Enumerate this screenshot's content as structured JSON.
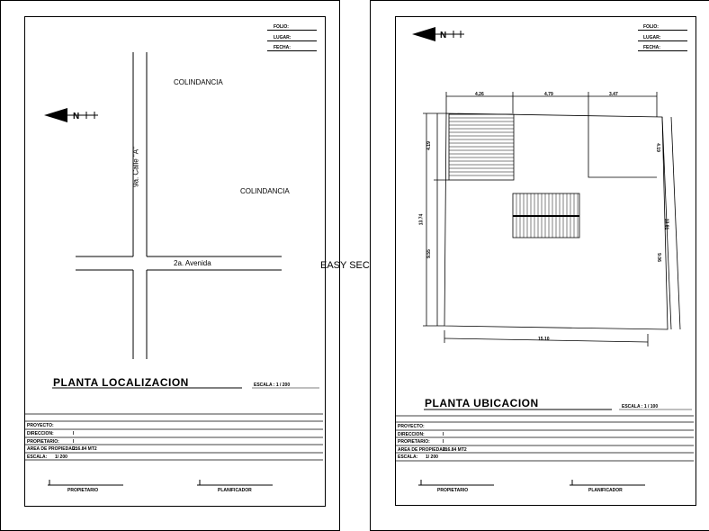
{
  "watermark": "EASY SECTION",
  "title_block_fields": {
    "folio": "FOLIO:",
    "lugar": "LUGAR:",
    "fecha": "FECHA:"
  },
  "sheet1": {
    "title": "PLANTA LOCALIZACION",
    "scale": "ESCALA : 1 / 200",
    "labels": {
      "colindancia_top": "COLINDANCIA",
      "colindancia_right": "COLINDANCIA",
      "street": "9a. Calle \"A\"",
      "avenue": "2a. Avenida"
    }
  },
  "sheet2": {
    "title": "PLANTA UBICACION",
    "scale": "ESCALA : 1 / 100",
    "dimensions": {
      "top_a": "4.26",
      "top_b": "4.79",
      "top_c": "3.47",
      "left_a": "4.19",
      "left_total": "13.74",
      "left_b": "9.55",
      "right_a": "4.19",
      "right_total": "13.81",
      "right_b": "9.06",
      "bottom": "15.10"
    }
  },
  "info_block": {
    "proyecto": "PROYECTO:",
    "direccion": "DIRECCION:",
    "direccion_val": "I",
    "propietario": "PROPIETARIO:",
    "propietario_val": "I",
    "area": "AREA DE PROPIEDAD:",
    "area_val": "216.84 MT2",
    "escala": "ESCALA:",
    "escala_val": "1/ 200"
  },
  "signatures": {
    "propietario": "PROPIETARIO",
    "planificador": "PLANIFICADOR"
  }
}
